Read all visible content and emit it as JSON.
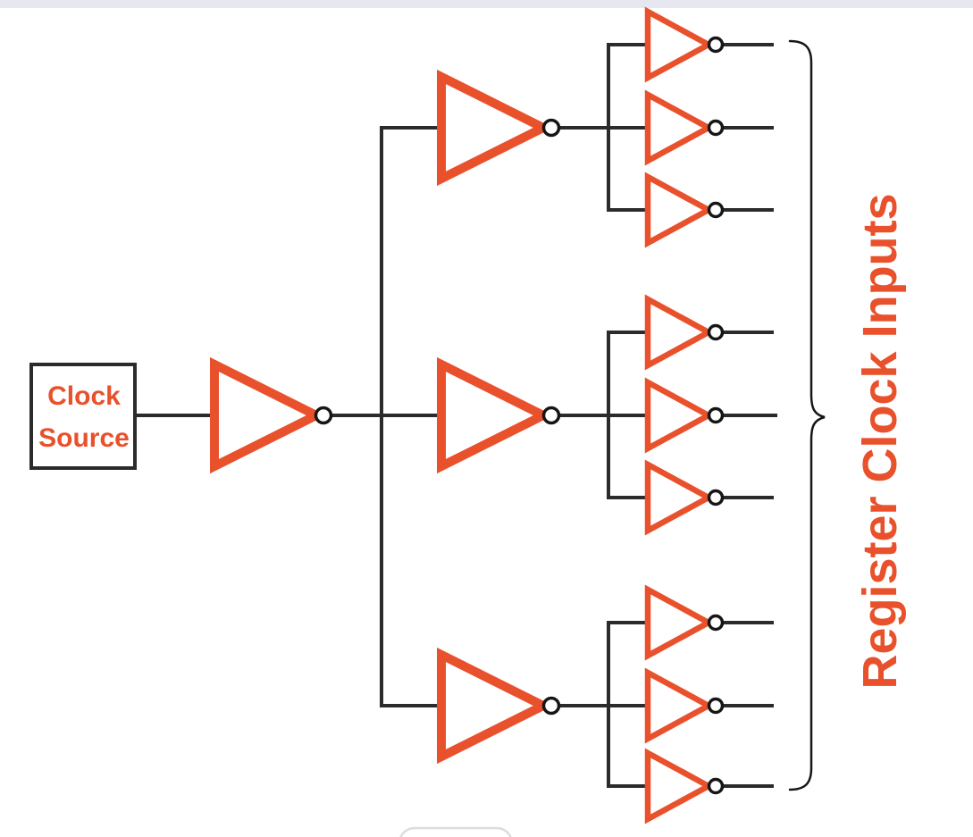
{
  "colors": {
    "accent": "#e8512b",
    "wire": "#2b2b2b",
    "bubble": "#161616",
    "topbar": "#e6e7ef",
    "pill_border": "#dcdcdc"
  },
  "clock_source": {
    "line1": "Clock",
    "line2": "Source"
  },
  "brace_label": {
    "text": "Register Clock Inputs"
  },
  "structure": {
    "level1_buffers": 1,
    "level2_buffers": 3,
    "level3_buffers": 9,
    "register_outputs": 9
  }
}
